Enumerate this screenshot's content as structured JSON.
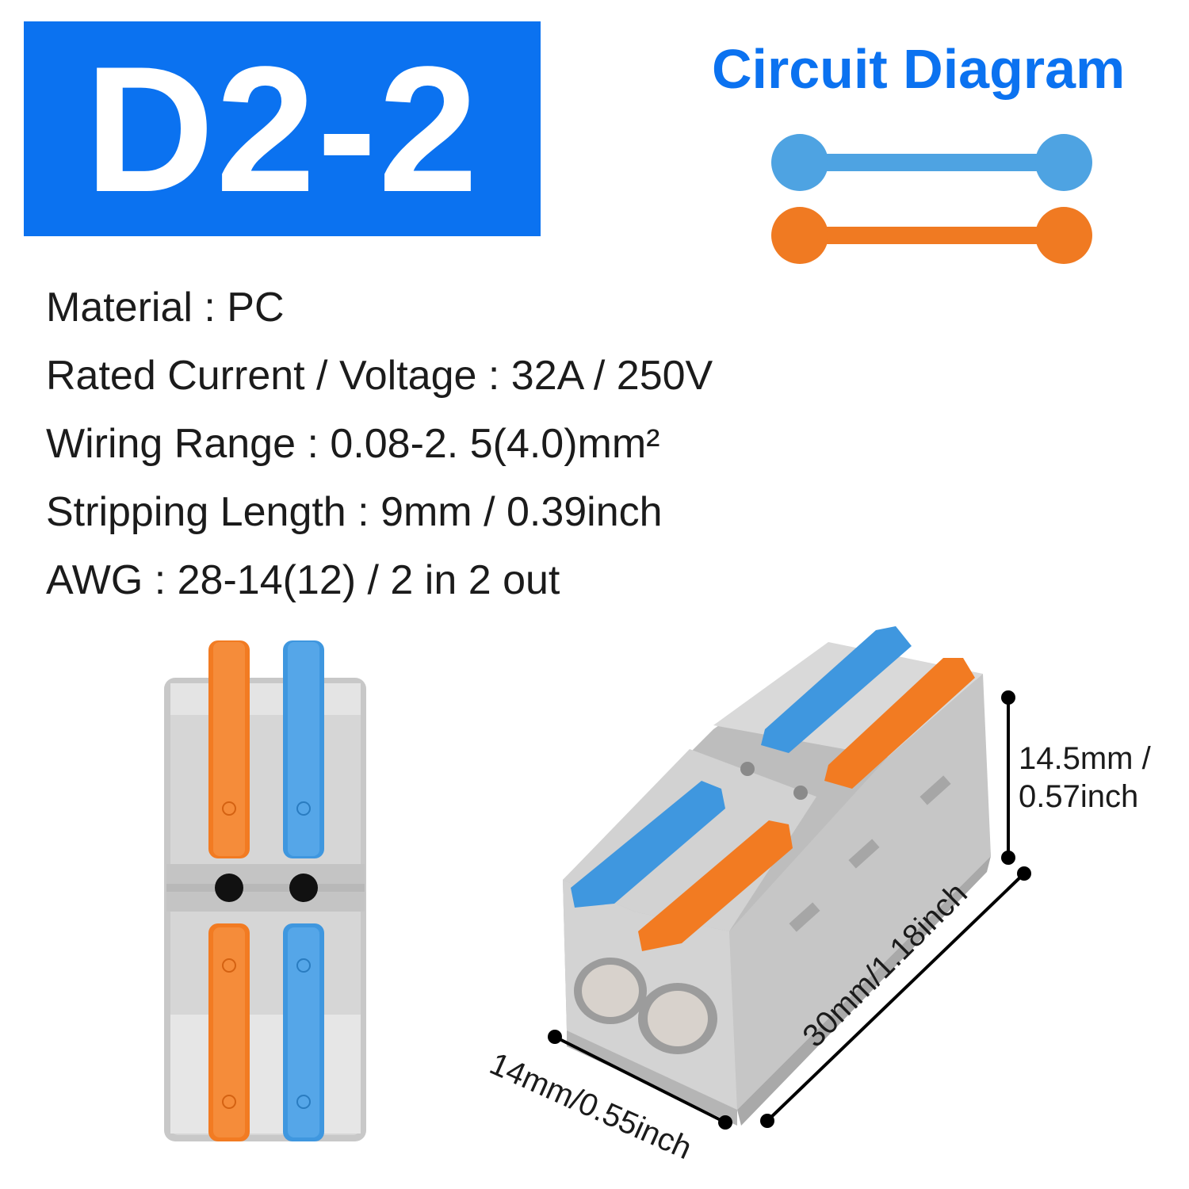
{
  "model": "D2-2",
  "circuit": {
    "title": "Circuit Diagram",
    "lines": [
      {
        "color": "#4ea3e2"
      },
      {
        "color": "#f07a22"
      }
    ]
  },
  "specs": [
    "Material : PC",
    "Rated Current / Voltage : 32A / 250V",
    "Wiring Range : 0.08-2. 5(4.0)mm²",
    "Stripping Length : 9mm / 0.39inch",
    "AWG : 28-14(12) / 2 in 2 out"
  ],
  "dimensions": {
    "height": [
      "14.5mm /",
      "0.57inch"
    ],
    "depth": "30mm/1.18inch",
    "width": "14mm/0.55inch"
  },
  "colors": {
    "brand": "#0b72f0",
    "blue_lever": "#3f97df",
    "orange_lever": "#f27b22",
    "housing": "#cfcfcf"
  }
}
